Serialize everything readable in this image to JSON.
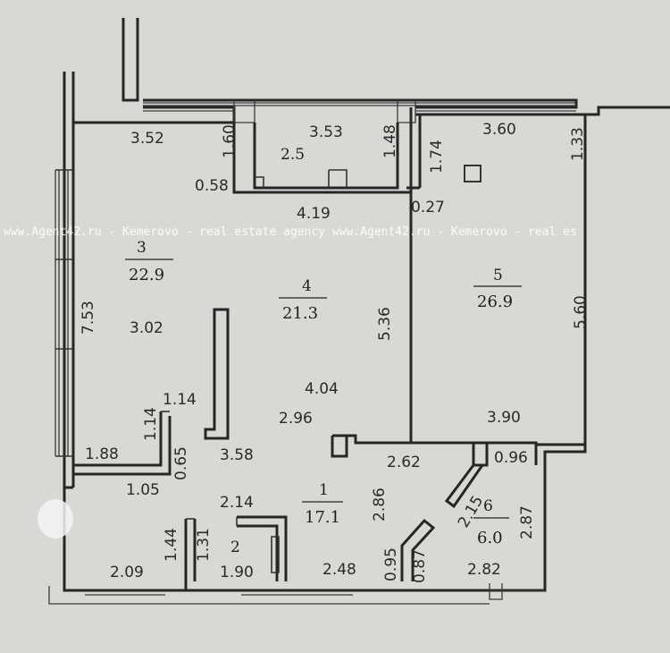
{
  "watermark": {
    "text": "www.Agent42.ru - Kemerovo - real estate agency  www.Agent42.ru - Kemerovo - real es"
  },
  "rooms": [
    {
      "id": "room-3",
      "number": "3",
      "area": "22.9"
    },
    {
      "id": "room-4",
      "number": "4",
      "area": "21.3"
    },
    {
      "id": "room-5",
      "number": "5",
      "area": "26.9"
    },
    {
      "id": "room-1",
      "number": "1",
      "area": "17.1"
    },
    {
      "id": "room-6",
      "number": "6",
      "area": "6.0"
    },
    {
      "id": "room-2",
      "number": "2",
      "area": ""
    },
    {
      "id": "room-balcony",
      "number": "2.5",
      "area": ""
    }
  ],
  "dimensions": [
    "3.52",
    "1.60",
    "3.53",
    "1.48",
    "1.74",
    "3.60",
    "1.33",
    "0.58",
    "4.19",
    "0.27",
    "7.53",
    "3.02",
    "5.36",
    "5.60",
    "4.04",
    "1.14",
    "2.96",
    "3.90",
    "1.14",
    "1.88",
    "0.65",
    "3.58",
    "2.62",
    "0.96",
    "1.05",
    "2.86",
    "2.15",
    "2.87",
    "2.14",
    "1.44",
    "1.31",
    "0.95",
    "0.87",
    "2.09",
    "1.90",
    "2.48",
    "2.82"
  ]
}
